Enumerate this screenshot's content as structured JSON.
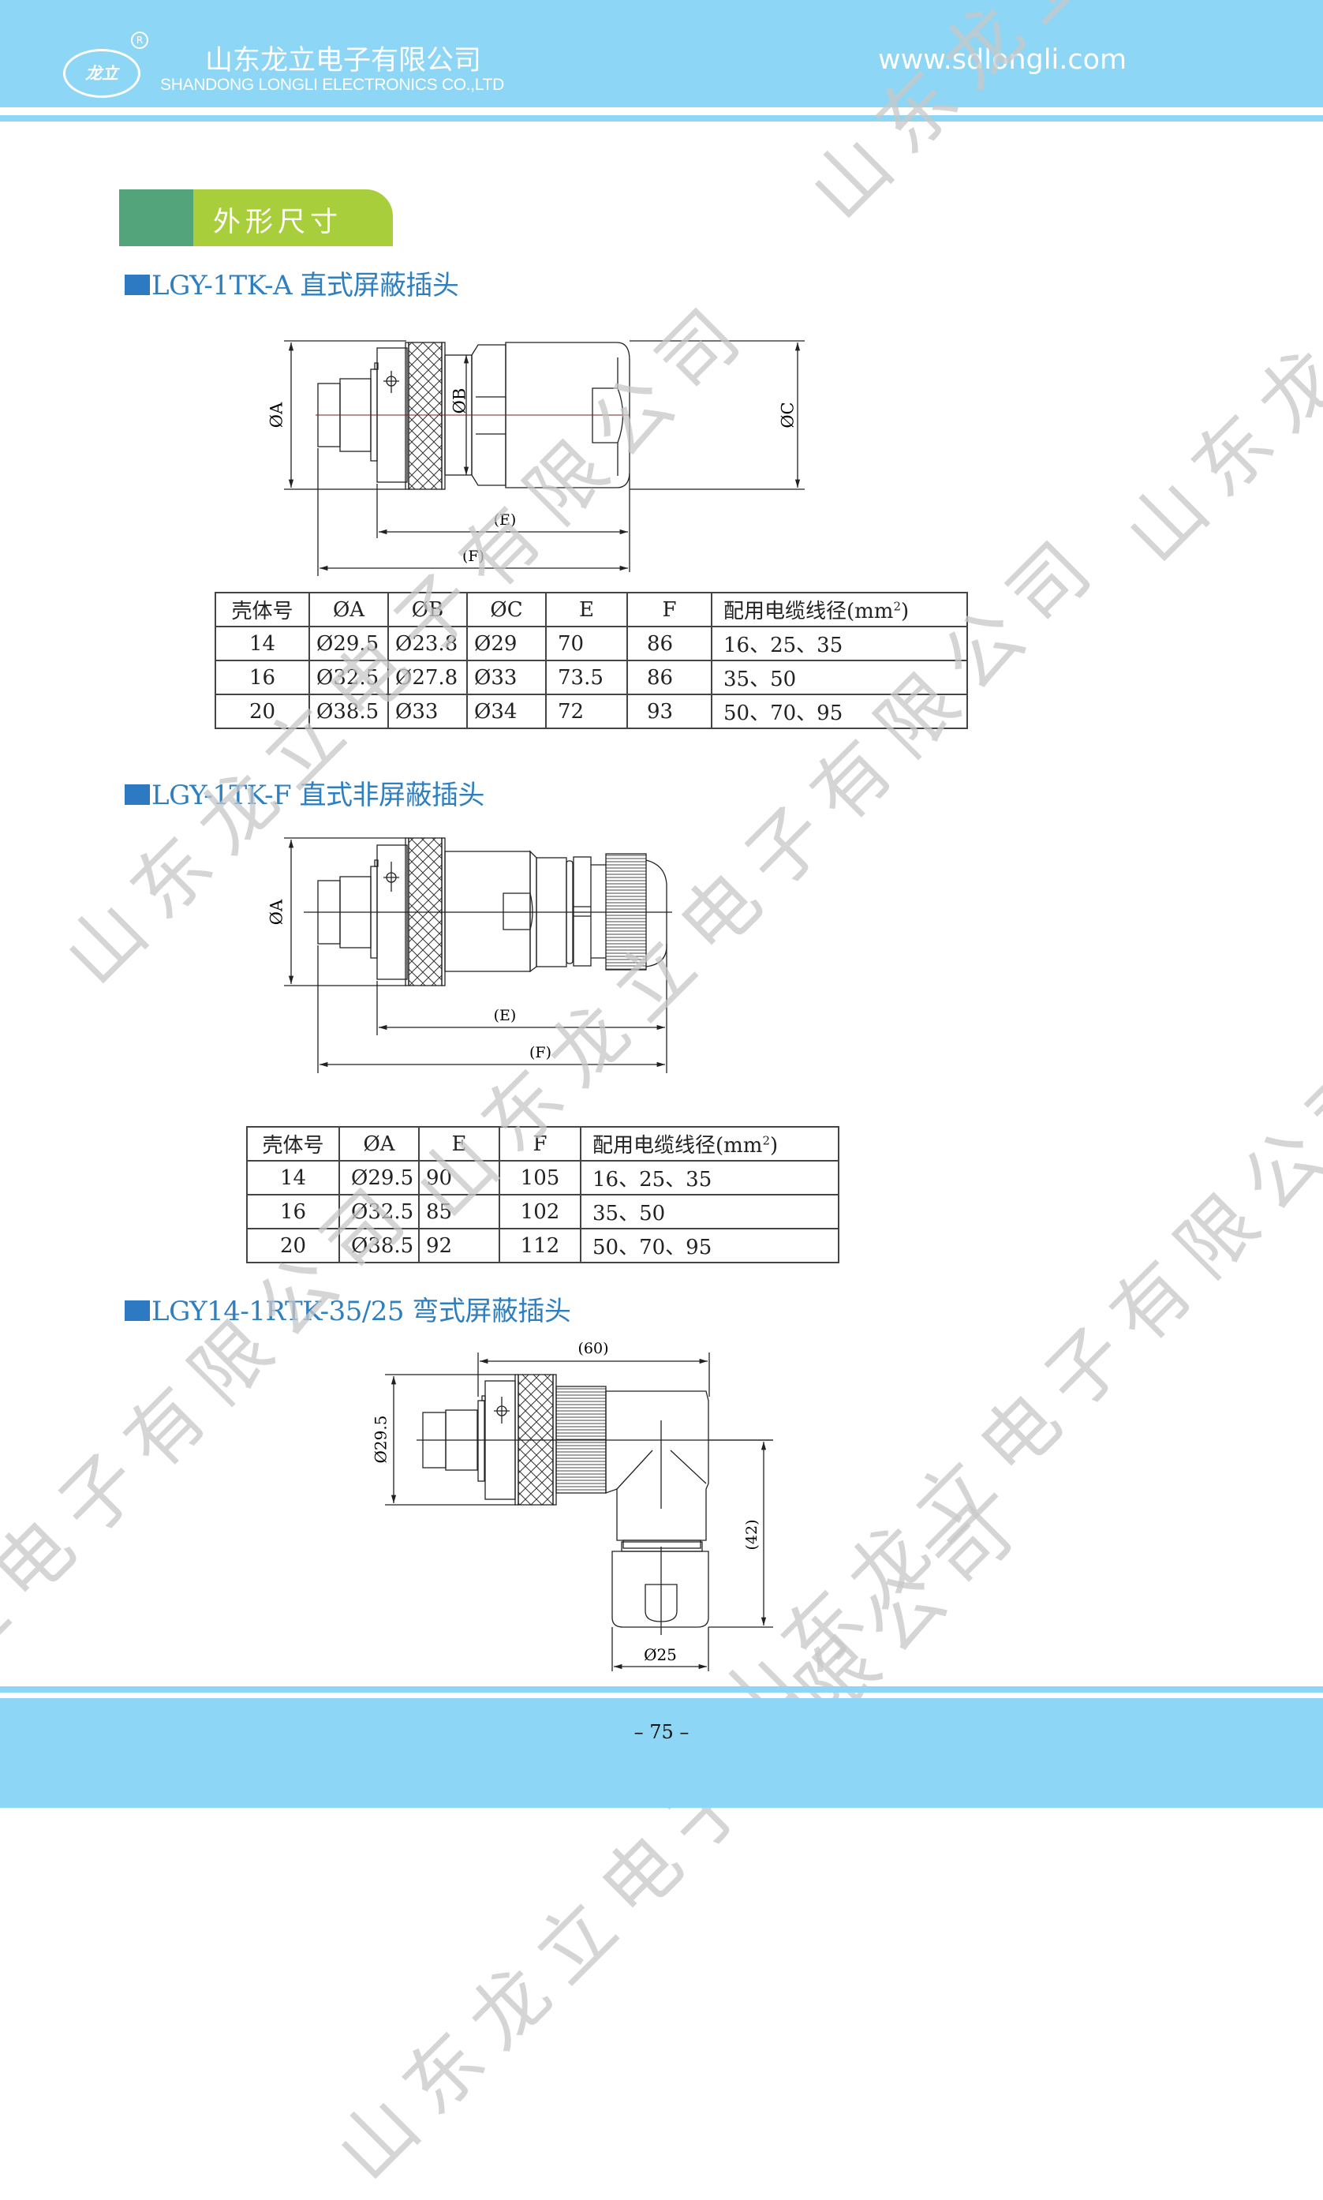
{
  "header": {
    "logo_text": "龙立",
    "registered_mark": "®",
    "company_name_cn": "山东龙立电子有限公司",
    "company_name_en": "SHANDONG LONGLI ELECTRONICS  CO.,LTD",
    "website": "www.sdlongli.com"
  },
  "section_tab": {
    "title": "外形尺寸"
  },
  "products": [
    {
      "heading": "LGY-1TK-A 直式屏蔽插头",
      "drawing_labels": {
        "dia_a": "ØA",
        "dia_b": "ØB",
        "dia_c": "ØC",
        "e": "(E)",
        "f": "(F)"
      },
      "table": {
        "columns": [
          "壳体号",
          "ØA",
          "ØB",
          "ØC",
          "E",
          "F",
          "配用电缆线径(mm",
          "2",
          ")"
        ],
        "header_last": "配用电缆线径(mm",
        "header_sup": "2",
        "header_close": ")",
        "rows": [
          [
            "14",
            "Ø29.5",
            "Ø23.8",
            "Ø29",
            "70",
            "86",
            "16、25、35"
          ],
          [
            "16",
            "Ø32.5",
            "Ø27.8",
            "Ø33",
            "73.5",
            "86",
            "35、50"
          ],
          [
            "20",
            "Ø38.5",
            "Ø33",
            "Ø34",
            "72",
            "93",
            "50、70、95"
          ]
        ]
      }
    },
    {
      "heading": "LGY-1TK-F 直式非屏蔽插头",
      "drawing_labels": {
        "dia_a": "ØA",
        "e": "(E)",
        "f": "(F)"
      },
      "table": {
        "columns": [
          "壳体号",
          "ØA",
          "E",
          "F"
        ],
        "header_last": "配用电缆线径(mm",
        "header_sup": "2",
        "header_close": ")",
        "rows": [
          [
            "14",
            "Ø29.5",
            "90",
            "105",
            "16、25、35"
          ],
          [
            "16",
            "Ø32.5",
            "85",
            "102",
            "35、50"
          ],
          [
            "20",
            "Ø38.5",
            "92",
            "112",
            "50、70、95"
          ]
        ]
      }
    },
    {
      "heading": "LGY14-1RTK-35/25 弯式屏蔽插头",
      "drawing_labels": {
        "width": "(60)",
        "dia": "Ø29.5",
        "height": "(42)",
        "cable_dia": "Ø25"
      }
    }
  ],
  "watermark": "山东龙立电子有限公司",
  "footer": {
    "page_number": "– 75 –"
  },
  "colors": {
    "band_blue": "#8dd6f5",
    "tab_dark_green": "#53a47a",
    "tab_light_green": "#a8ce3c",
    "heading_blue": "#2e7fc0"
  }
}
